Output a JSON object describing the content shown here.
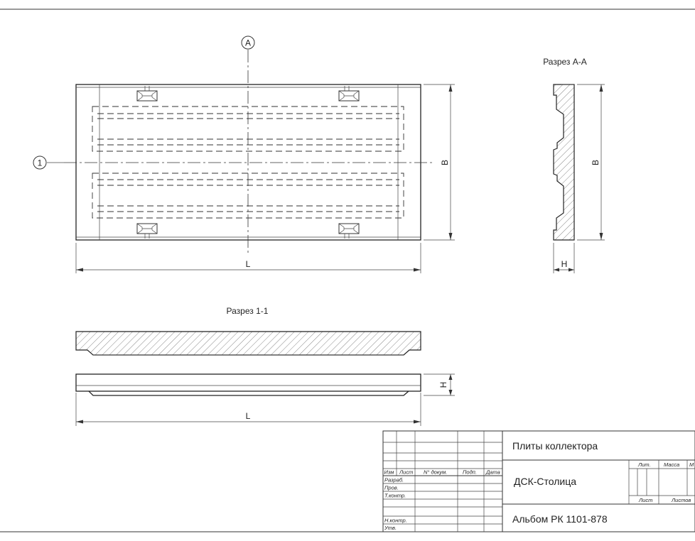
{
  "labels": {
    "axis_a": "A",
    "axis_1": "1",
    "section_aa_title": "Разрез А-А",
    "section_11_title": "Разрез 1-1",
    "dim_l_plan": "L",
    "dim_b_plan": "B",
    "dim_b_section": "B",
    "dim_h_section": "H",
    "dim_h_side": "H",
    "dim_l_side": "L"
  },
  "title_block": {
    "product_title": "Плиты коллектора",
    "company": "ДСК-Столица",
    "album": "Альбом РК 1101-878",
    "headers": {
      "izm": "Изм",
      "list": "Лист",
      "doc_no": "N° докум.",
      "sign": "Подп.",
      "date": "Дата"
    },
    "roles": [
      "Разраб.",
      "Пров.",
      "Т.контр.",
      "Н.контр.",
      "Утв."
    ],
    "right": {
      "lit": "Лит.",
      "mass": "Масса",
      "scale": "М",
      "sheet": "Лист",
      "sheets": "Листов"
    }
  }
}
